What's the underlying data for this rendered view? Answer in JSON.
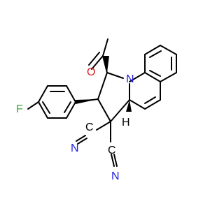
{
  "molecule": {
    "atoms": {
      "N": {
        "label": "N",
        "color": "#1f1fe0"
      },
      "O": {
        "label": "O",
        "color": "#e01f1f"
      },
      "F": {
        "label": "F",
        "color": "#3aa83a"
      },
      "N_cn1": {
        "label": "N",
        "color": "#1f1fe0"
      },
      "N_cn2": {
        "label": "N",
        "color": "#1f1fe0"
      },
      "H": {
        "label": "H",
        "color": "#000000"
      }
    },
    "cyano_labels": {
      "c1": "C",
      "c2": "C"
    },
    "bond_color": "#000000"
  }
}
